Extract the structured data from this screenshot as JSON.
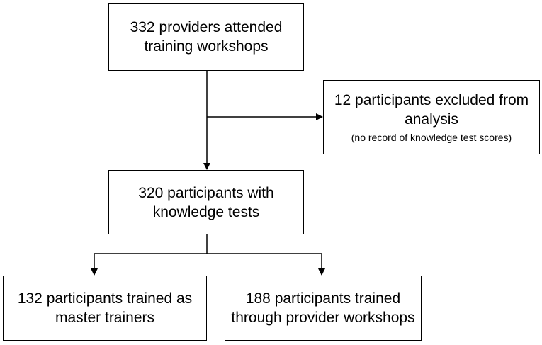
{
  "boxes": {
    "top": {
      "text": "332 providers attended\ntraining workshops"
    },
    "excluded": {
      "text": "12 participants excluded from\nanalysis",
      "note": "(no record of knowledge test scores)"
    },
    "middle": {
      "text": "320 participants with\nknowledge tests"
    },
    "left": {
      "text": "132 participants trained as\nmaster trainers"
    },
    "right": {
      "text": "188 participants trained\nthrough provider workshops"
    }
  },
  "colors": {
    "line": "#000000",
    "box_fill": "#ffffff"
  }
}
